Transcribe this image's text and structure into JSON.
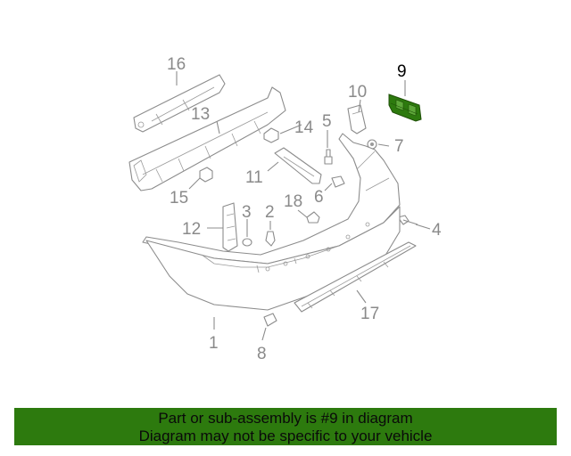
{
  "callouts": {
    "c1": "1",
    "c2": "2",
    "c3": "3",
    "c4": "4",
    "c5": "5",
    "c6": "6",
    "c7": "7",
    "c8": "8",
    "c9": "9",
    "c10": "10",
    "c11": "11",
    "c12": "12",
    "c13": "13",
    "c14": "14",
    "c15": "15",
    "c16": "16",
    "c17": "17",
    "c18": "18"
  },
  "highlight": {
    "part": "9",
    "color": "#2d7a0e"
  },
  "banner": {
    "line1": "Part or sub-assembly is #9 in diagram",
    "line2": "Diagram may not be specific to your vehicle",
    "background": "#2d7a0e"
  }
}
